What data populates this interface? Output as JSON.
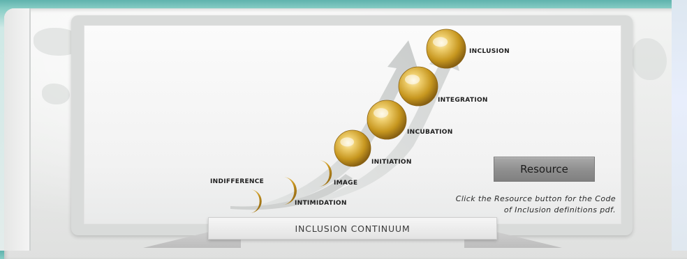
{
  "diagram": {
    "stages": [
      {
        "key": "indifference",
        "label": "INDIFFERENCE",
        "shape": "crescent"
      },
      {
        "key": "intimidation",
        "label": "INTIMIDATION",
        "shape": "crescent"
      },
      {
        "key": "image",
        "label": "IMAGE",
        "shape": "crescent"
      },
      {
        "key": "initiation",
        "label": "INITIATION",
        "shape": "sphere"
      },
      {
        "key": "incubation",
        "label": "INCUBATION",
        "shape": "sphere"
      },
      {
        "key": "integration",
        "label": "INTEGRATION",
        "shape": "sphere"
      },
      {
        "key": "inclusion",
        "label": "INCLUSION",
        "shape": "sphere"
      }
    ],
    "caption": "INCLUSION CONTINUUM"
  },
  "resource": {
    "button_label": "Resource",
    "note": "Click the Resource button for the Code of Inclusion definitions pdf."
  },
  "colors": {
    "gold": "#c89a2a",
    "gold_light": "#f2d98a",
    "gold_dark": "#8a6214",
    "arrow": "#c9cccb",
    "teal_frame": "#5fb3ad"
  }
}
